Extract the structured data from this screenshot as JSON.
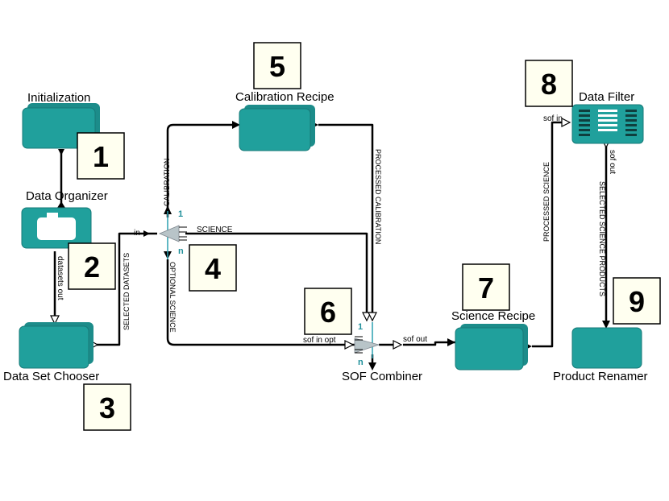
{
  "diagram": {
    "nodes": {
      "initialization": "Initialization",
      "data_organizer": "Data Organizer",
      "data_set_chooser": "Data Set Chooser",
      "calibration_recipe": "Calibration Recipe",
      "sof_combiner": "SOF  Combiner",
      "science_recipe": "Science Recipe",
      "data_filter": "Data Filter",
      "product_renamer": "Product Renamer"
    },
    "ports": {
      "in": "in",
      "science": "SCIENCE",
      "sof_in_opt": "sof in opt",
      "sof_out": "sof out",
      "sof_in": "sof in",
      "sof_out_vertical": "sof out",
      "one_a": "1",
      "n_a": "n",
      "one_b": "1",
      "n_b": "n"
    },
    "edge_labels": {
      "datasets_out": "datasets out",
      "selected_datasets": "SELECTED DATASETS",
      "calibration": "CALIBRATION",
      "optional_science": "OPTIONAL SCIENCE",
      "processed_calibration": "PROCESSED CALIBRATION",
      "processed_science": "PROCESSED SCIENCE",
      "selected_science_products": "SELECTED SCIENCE PRODUCTS"
    },
    "step_numbers": [
      "1",
      "2",
      "3",
      "4",
      "5",
      "6",
      "7",
      "8",
      "9"
    ],
    "colors": {
      "actor": "#20a09c",
      "box_fill": "#fffff0",
      "port_number": "#1f8f9a"
    }
  }
}
